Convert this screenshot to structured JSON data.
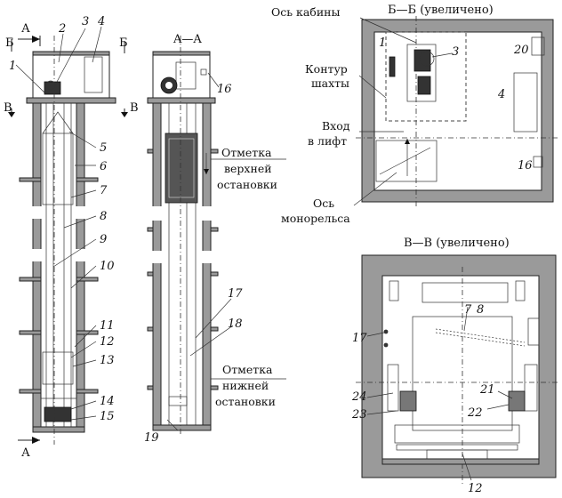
{
  "labels": {
    "cabin_axis": "Ось кабины",
    "shaft_contour_1": "Контур",
    "shaft_contour_2": "шахты",
    "entrance_1": "Вход",
    "entrance_2": "в лифт",
    "monorail_axis_1": "Ось",
    "monorail_axis_2": "монорельса",
    "upper_stop_1": "Отметка",
    "upper_stop_2": "верхней",
    "upper_stop_3": "остановки",
    "lower_stop_1": "Отметка",
    "lower_stop_2": "нижней",
    "lower_stop_3": "остановки"
  },
  "sections": {
    "aa": "A—A",
    "bb": "Б—Б (увеличено)",
    "vv": "В—В (увеличено)",
    "a_mark": "А",
    "b_mark": "Б",
    "v_mark": "В"
  },
  "numbers": {
    "n1": "1",
    "n2": "2",
    "n3": "3",
    "n4": "4",
    "n5": "5",
    "n6": "6",
    "n7": "7",
    "n8": "8",
    "n9": "9",
    "n10": "10",
    "n11": "11",
    "n12": "12",
    "n13": "13",
    "n14": "14",
    "n15": "15",
    "n16": "16",
    "n17": "17",
    "n18": "18",
    "n19": "19",
    "n20": "20",
    "n21": "21",
    "n22": "22",
    "n23": "23",
    "n24": "24"
  }
}
